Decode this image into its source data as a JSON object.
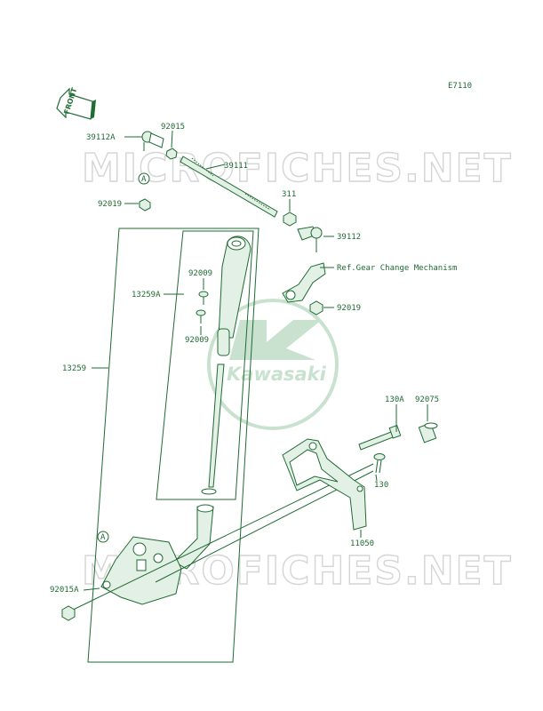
{
  "diagram_code": "E7110",
  "front_arrow_label": "FRONT",
  "watermark_text": "MICROFICHES.NET",
  "logo_text": "Kawasaki",
  "ref_note": "Ref.Gear Change Mechanism",
  "callouts": {
    "c39112A": "39112A",
    "c92015": "92015",
    "c39111": "39111",
    "c92019_top": "92019",
    "c311": "311",
    "c39112": "39112",
    "c92019_mid": "92019",
    "c92009_a": "92009",
    "c13259A": "13259A",
    "c92009_b": "92009",
    "c13259": "13259",
    "c130A": "130A",
    "c92075": "92075",
    "c130": "130",
    "c11050": "11050",
    "c92015A": "92015A"
  },
  "markers": {
    "marker_a_top": "A",
    "marker_a_bottom": "A"
  },
  "colors": {
    "line": "#1f6b33",
    "watermark": "#d5d5d5",
    "logo": "#c9e2cf"
  }
}
